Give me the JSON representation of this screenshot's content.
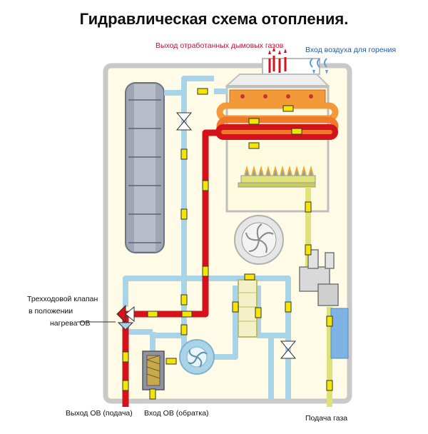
{
  "title": "Гидравлическая схема отопления.",
  "labels": {
    "flue_out": "Выход отработанных дымовых газов",
    "air_in": "Вход воздуха для горения",
    "valve_line1": "Трехходовой клапан",
    "valve_line2": "в положении",
    "valve_line3": "нагрева ОВ",
    "heating_out": "Выход ОВ (подача)",
    "heating_return": "Вход ОВ (обратка)",
    "gas_in": "Подача газа"
  },
  "colors": {
    "hot": "#d4121c",
    "cold": "#a9d4e8",
    "gas": "#dfe27a",
    "casing_bg": "#fffbe6",
    "casing_border": "#c9c9c9",
    "exchanger_orange": "#f29a3a",
    "arrow": "#f5e600"
  }
}
